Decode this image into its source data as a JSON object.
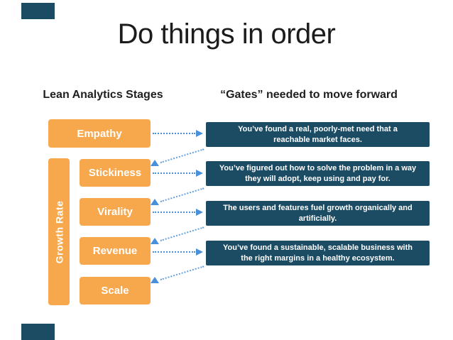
{
  "slide": {
    "title": "Do things in order",
    "left_header": "Lean Analytics Stages",
    "right_header": "“Gates” needed to move forward"
  },
  "stages": [
    {
      "label": "Empathy"
    },
    {
      "label": "Stickiness"
    },
    {
      "label": "Virality"
    },
    {
      "label": "Revenue"
    },
    {
      "label": "Scale"
    }
  ],
  "growth_rate": {
    "label": "Growth Rate"
  },
  "gates": [
    {
      "text": "You’ve found a real, poorly-met need that a reachable market faces."
    },
    {
      "text": "You’ve figured out how to solve the problem in a way they will adopt, keep using and pay for."
    },
    {
      "text": "The users and features fuel growth organically and artificially."
    },
    {
      "text": "You’ve found a sustainable, scalable business with the right margins in a healthy ecosystem."
    }
  ],
  "colors": {
    "stage_orange": "#F7A84D",
    "gate_teal": "#1B4C64",
    "arrow_blue": "#4A90D9",
    "text_dark": "#1e1e1e"
  }
}
